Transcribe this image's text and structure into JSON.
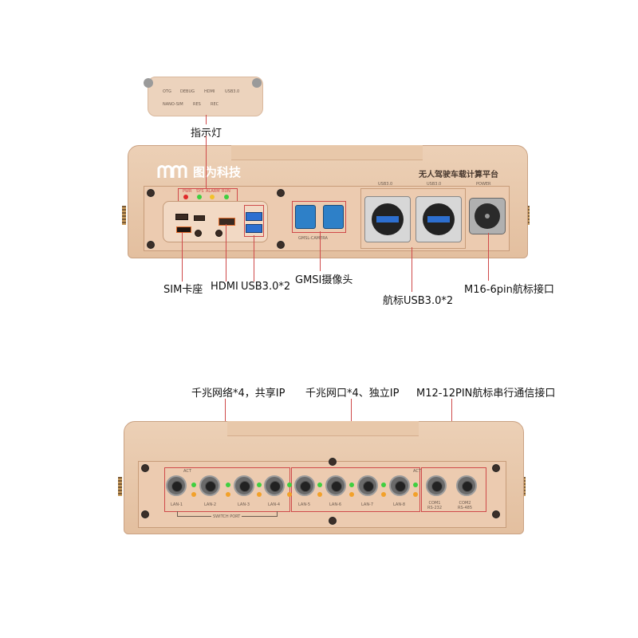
{
  "indicator_panel": {
    "row1": [
      "OTG",
      "DEBUG",
      "HDMI",
      "USB3.0"
    ],
    "row2": [
      "NANO-SIM",
      "RES",
      "REC"
    ],
    "callout": "指示灯"
  },
  "top_device": {
    "brand": "图为科技",
    "product_name": "无人驾驶车载计算平台",
    "led_labels": [
      "PWR",
      "SYS",
      "ALARM",
      "RUN"
    ],
    "port_labels": {
      "usb_navy_1": "USB3.0",
      "usb_navy_2": "USB3.0",
      "power": "POWER",
      "gmsl": "GMSL-CAMERA"
    },
    "callouts": {
      "sim": "SIM卡座",
      "hdmi": "HDMI",
      "usb": "USB3.0*2",
      "gmsl": "GMSI摄像头",
      "navy_usb": "航标USB3.0*2",
      "m16": "M16-6pin航标接口"
    }
  },
  "bottom_device": {
    "callouts": {
      "switch_lan": "千兆网络*4，共享IP",
      "independent_lan": "千兆网口*4、独立IP",
      "serial": "M12-12PIN航标串行通信接口"
    },
    "lan_labels": [
      "LAN-1",
      "LAN-2",
      "LAN-3",
      "LAN-4",
      "LAN-5",
      "LAN-6",
      "LAN-7",
      "LAN-8"
    ],
    "serial_labels": [
      "COM1\nRS-232",
      "COM2\nRS-485"
    ],
    "switch_label": "SWITCH PORT",
    "act_label": "ACT"
  },
  "colors": {
    "chassis": "#e6c3a5",
    "callout_line": "#cf4a4a",
    "led_green": "#3fcf3f",
    "led_red": "#e02a2a",
    "led_orange": "#f2a12a"
  }
}
